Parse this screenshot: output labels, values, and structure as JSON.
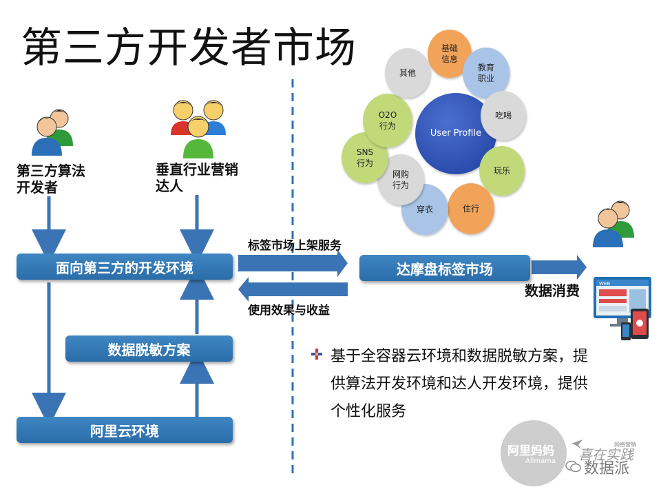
{
  "title": "第三方开发者市场",
  "actors": {
    "algo_dev": "第三方算法\n开发者",
    "marketer": "垂直行业营销\n达人"
  },
  "boxes": {
    "dev_env": "面向第三方的开发环境",
    "desensitize": "数据脱敏方案",
    "aliyun": "阿里云环境",
    "tag_market": "达摩盘标签市场"
  },
  "arrows": {
    "up_service": "标签市场上架服务",
    "effect": "使用效果与收益",
    "consume": "数据消费"
  },
  "profile": {
    "center": "User Profile",
    "items": [
      "基础\n信息",
      "教育\n职业",
      "吃喝",
      "玩乐",
      "住行",
      "穿衣",
      "网购\n行为",
      "SNS\n行为",
      "O2O\n行为",
      "其他"
    ],
    "colors": [
      "#f2a35a",
      "#a9c4e6",
      "#d9d9d9",
      "#c2d97a",
      "#f2a35a",
      "#a9c4e6",
      "#d9d9d9",
      "#c2d97a",
      "#c2d97a",
      "#d9d9d9"
    ]
  },
  "bullet": "基于全容器云环境和数据脱敏方案，提\n供算法开发环境和达人开发环境，提供\n个性化服务",
  "watermark": {
    "logo1": "阿里妈妈",
    "logo1_sub": "Alimama",
    "logo2_small": "网络营销",
    "logo2": "喜在实践",
    "wechat": "数据派"
  },
  "screen_label": "WEB",
  "colors": {
    "accent": "#2f76b3",
    "divider": "#2f6fb8",
    "arrow": "#3b74b4"
  }
}
